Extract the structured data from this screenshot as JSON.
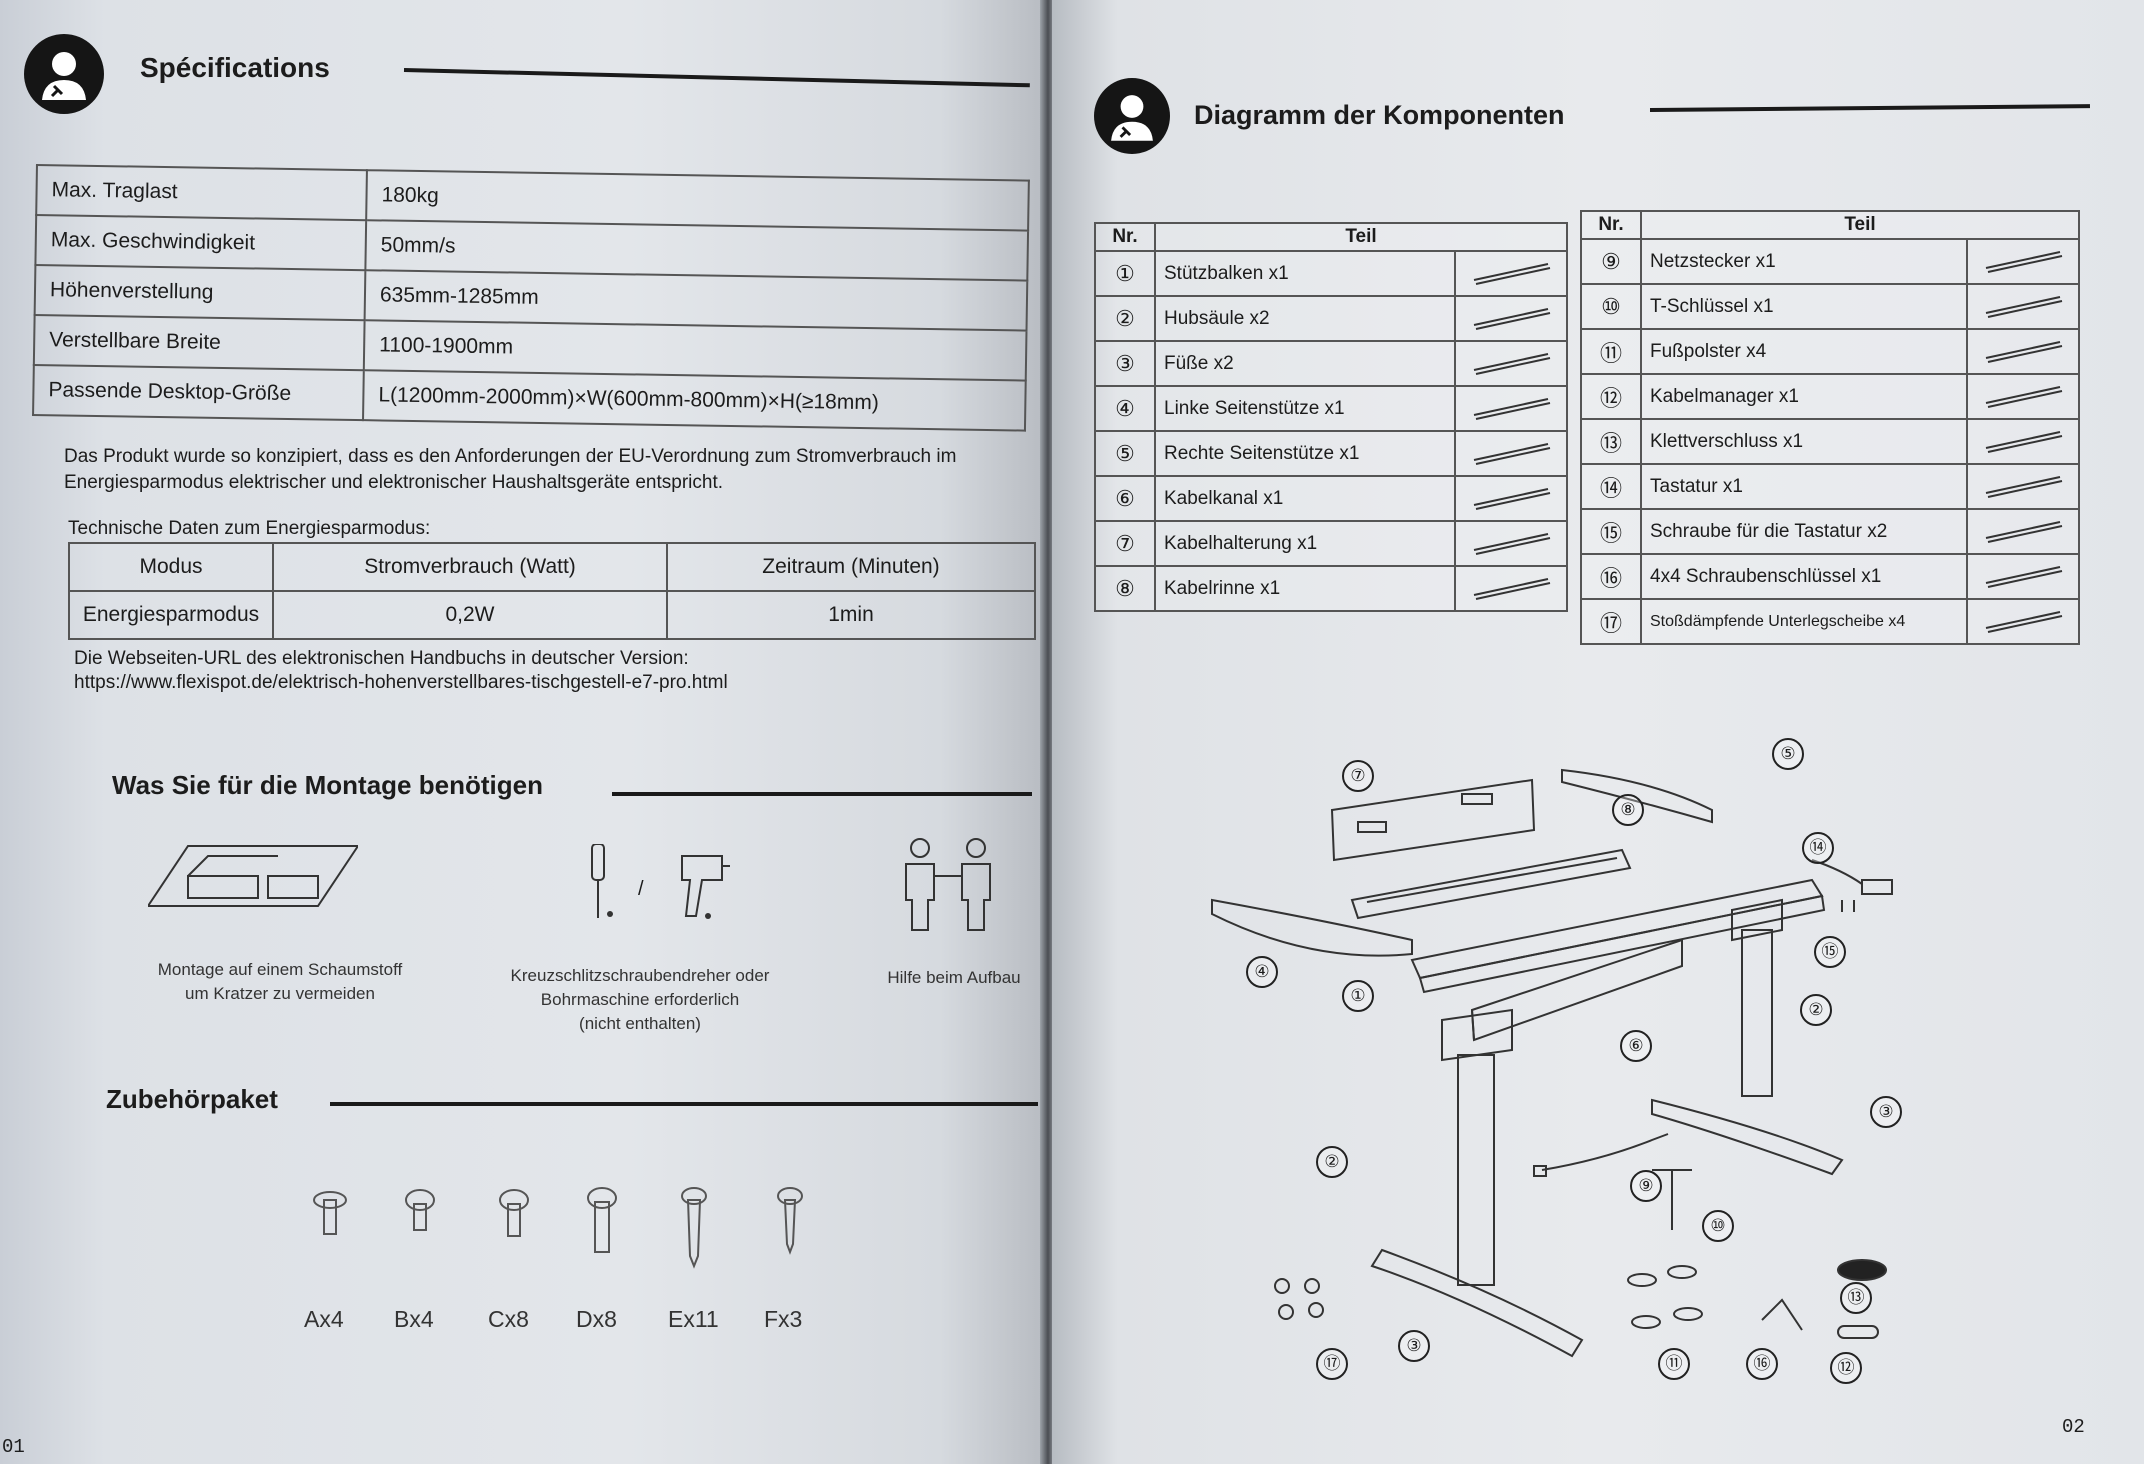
{
  "left": {
    "spec_title": "Spécifications",
    "specs": [
      {
        "label": "Max. Traglast",
        "value": "180kg"
      },
      {
        "label": "Max. Geschwindigkeit",
        "value": "50mm/s"
      },
      {
        "label": "Höhenverstellung",
        "value": "635mm-1285mm"
      },
      {
        "label": "Verstellbare Breite",
        "value": "1100-1900mm"
      },
      {
        "label": "Passende Desktop-Größe",
        "value": "L(1200mm-2000mm)×W(600mm-800mm)×H(≥18mm)"
      }
    ],
    "eu_text": "Das Produkt wurde so konzipiert, dass es den Anforderungen der EU-Verordnung zum Stromverbrauch im Energiesparmodus elektrischer und elektronischer Haushaltsgeräte entspricht.",
    "energy_heading": "Technische Daten zum Energiesparmodus:",
    "energy_headers": [
      "Modus",
      "Stromverbrauch (Watt)",
      "Zeitraum (Minuten)"
    ],
    "energy_row": [
      "Energiesparmodus",
      "0,2W",
      "1min"
    ],
    "url_text": "Die Webseiten-URL des elektronischen Handbuchs in deutscher Version:",
    "url": "https://www.flexispot.de/elektrisch-hohenverstellbares-tischgestell-e7-pro.html",
    "assembly_title": "Was Sie für die Montage benötigen",
    "assembly": {
      "foam": [
        "Montage auf einem Schaumstoff",
        "um Kratzer zu vermeiden"
      ],
      "tools": [
        "Kreuzschlitzschraubendreher oder",
        "Bohrmaschine erforderlich",
        "(nicht enthalten)"
      ],
      "help": "Hilfe beim Aufbau",
      "slash": "/"
    },
    "accessory_title": "Zubehörpaket",
    "hardware": [
      "Ax4",
      "Bx4",
      "Cx8",
      "Dx8",
      "Ex11",
      "Fx3"
    ],
    "page_number": "01"
  },
  "right": {
    "title": "Diagramm der Komponenten",
    "headers": {
      "nr": "Nr.",
      "part": "Teil"
    },
    "parts_left": [
      {
        "nr": "①",
        "name": "Stützbalken x1",
        "icon": "beam-icon"
      },
      {
        "nr": "②",
        "name": "Hubsäule x2",
        "icon": "column-icon"
      },
      {
        "nr": "③",
        "name": "Füße x2",
        "icon": "foot-icon"
      },
      {
        "nr": "④",
        "name": "Linke Seitenstütze x1",
        "icon": "side-bracket-icon"
      },
      {
        "nr": "⑤",
        "name": "Rechte Seitenstütze x1",
        "icon": "side-bracket-icon"
      },
      {
        "nr": "⑥",
        "name": "Kabelkanal x1",
        "icon": "cable-tray-icon"
      },
      {
        "nr": "⑦",
        "name": "Kabelhalterung x1",
        "icon": "cable-holder-icon"
      },
      {
        "nr": "⑧",
        "name": "Kabelrinne x1",
        "icon": "cable-channel-icon"
      }
    ],
    "parts_right": [
      {
        "nr": "⑨",
        "name": "Netzstecker x1",
        "icon": "power-cord-icon"
      },
      {
        "nr": "⑩",
        "name": "T-Schlüssel x1",
        "icon": "t-wrench-icon"
      },
      {
        "nr": "⑪",
        "name": "Fußpolster x4",
        "icon": "foot-pad-icon"
      },
      {
        "nr": "⑫",
        "name": "Kabelmanager x1",
        "icon": "cable-manager-icon"
      },
      {
        "nr": "⑬",
        "name": "Klettverschluss x1",
        "icon": "velcro-icon"
      },
      {
        "nr": "⑭",
        "name": "Tastatur x1",
        "icon": "keypad-icon"
      },
      {
        "nr": "⑮",
        "name": "Schraube für die Tastatur x2",
        "icon": "screw-icon"
      },
      {
        "nr": "⑯",
        "name": "4x4 Schraubenschlüssel x1",
        "icon": "hex-key-icon"
      },
      {
        "nr": "⑰",
        "name": "Stoßdämpfende Unterlegscheibe x4",
        "icon": "washer-icon"
      }
    ],
    "callouts": [
      "⑦",
      "⑧",
      "⑤",
      "④",
      "①",
      "⑭",
      "⑮",
      "⑥",
      "②",
      "②",
      "③",
      "⑨",
      "⑩",
      "⑬",
      "⑰",
      "③",
      "⑪",
      "⑯",
      "⑫"
    ],
    "page_number": "02"
  }
}
